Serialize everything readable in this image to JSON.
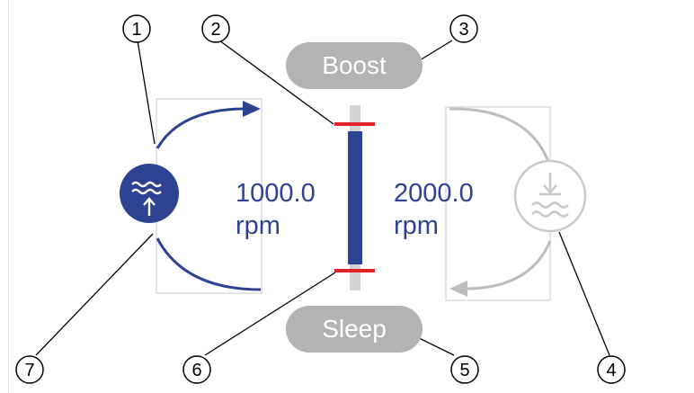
{
  "buttons": {
    "boost_label": "Boost",
    "sleep_label": "Sleep"
  },
  "speed_left": {
    "value": "1000.0",
    "unit": "rpm"
  },
  "speed_right": {
    "value": "2000.0",
    "unit": "rpm"
  },
  "callouts": [
    "1",
    "2",
    "3",
    "4",
    "5",
    "6",
    "7"
  ],
  "icons": {
    "left": "pump-up-water-icon",
    "right": "pump-down-water-icon"
  },
  "colors": {
    "accent_blue": "#2d4392",
    "limit_red": "#e0242b",
    "inactive_gray": "#b3b3b3",
    "faded_gray": "#c8c8c8"
  }
}
